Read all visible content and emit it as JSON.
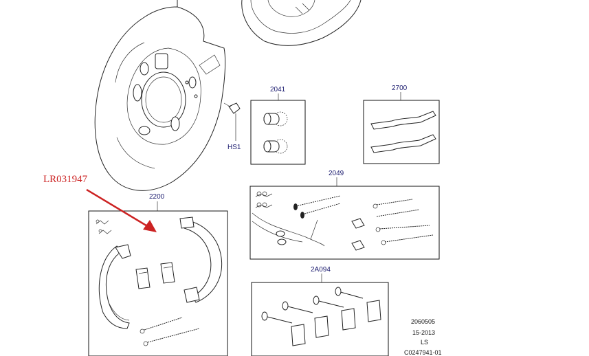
{
  "parts": {
    "p2041": "2041",
    "p2700": "2700",
    "p2049": "2049",
    "p2200": "2200",
    "p2A094": "2A094",
    "hs1": "HS1"
  },
  "reference": {
    "part_number": "LR031947",
    "color": "#cc2222"
  },
  "footer": {
    "line1": "2060505",
    "line2": "15-2013",
    "line3": "LS",
    "line4": "C0247941-01"
  },
  "colors": {
    "label": "#1a1a6e",
    "line": "#222222",
    "arrow": "#cc2222"
  }
}
